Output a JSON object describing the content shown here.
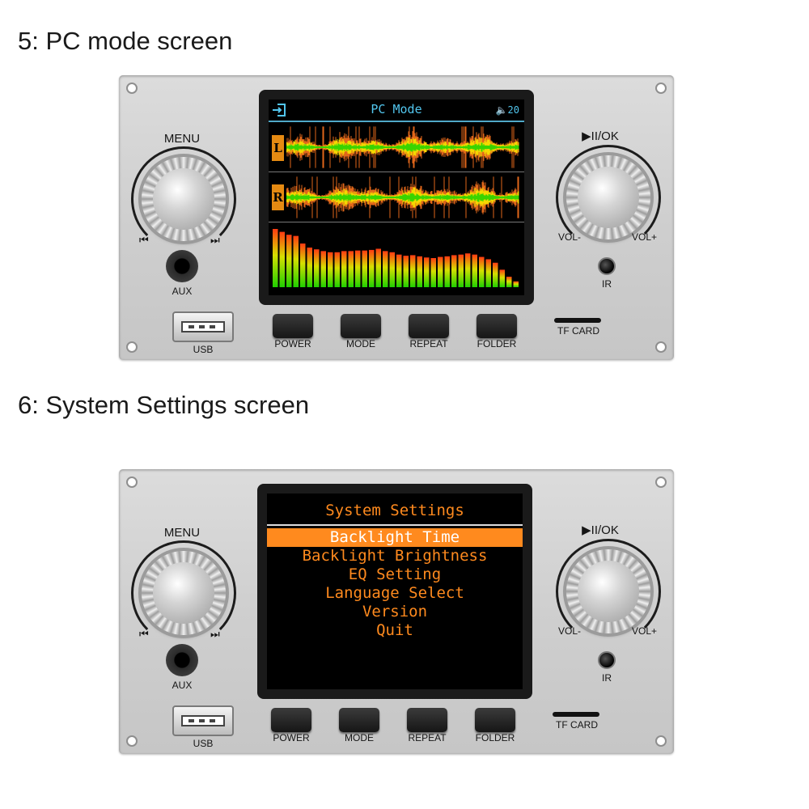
{
  "sections": [
    {
      "heading": "5: PC mode screen"
    },
    {
      "heading": "6: System Settings screen"
    }
  ],
  "panel": {
    "menu_label": "MENU",
    "ok_label": "▶II/OK",
    "prev_icon": "⏮",
    "next_icon": "⏭",
    "vol_minus": "VOL-",
    "vol_plus": "VOL+",
    "aux_label": "AUX",
    "ir_label": "IR",
    "usb_label": "USB",
    "tf_label": "TF CARD",
    "buttons": [
      "POWER",
      "MODE",
      "REPEAT",
      "FOLDER"
    ]
  },
  "pc_screen": {
    "title": "PC Mode",
    "volume": "20",
    "channels": [
      "L",
      "R"
    ],
    "colors": {
      "accent": "#52c6ee",
      "wave_yellow": "#f5d800",
      "wave_green": "#3ad400",
      "wave_orange": "#e0661a"
    },
    "spectrum_levels": [
      1.0,
      0.95,
      0.9,
      0.88,
      0.75,
      0.68,
      0.65,
      0.62,
      0.6,
      0.6,
      0.62,
      0.62,
      0.63,
      0.63,
      0.64,
      0.66,
      0.62,
      0.6,
      0.56,
      0.54,
      0.55,
      0.53,
      0.51,
      0.5,
      0.52,
      0.53,
      0.55,
      0.56,
      0.58,
      0.56,
      0.52,
      0.48,
      0.42,
      0.3,
      0.18,
      0.1
    ]
  },
  "settings_screen": {
    "title": "System Settings",
    "items": [
      "Backlight Time",
      "Backlight Brightness",
      "EQ Setting",
      "Language Select",
      "Version",
      "Quit"
    ],
    "selected_index": 0,
    "colors": {
      "text": "#ff8a1e",
      "selected_bg": "#ff8a1e",
      "selected_text": "#ffffff"
    }
  }
}
